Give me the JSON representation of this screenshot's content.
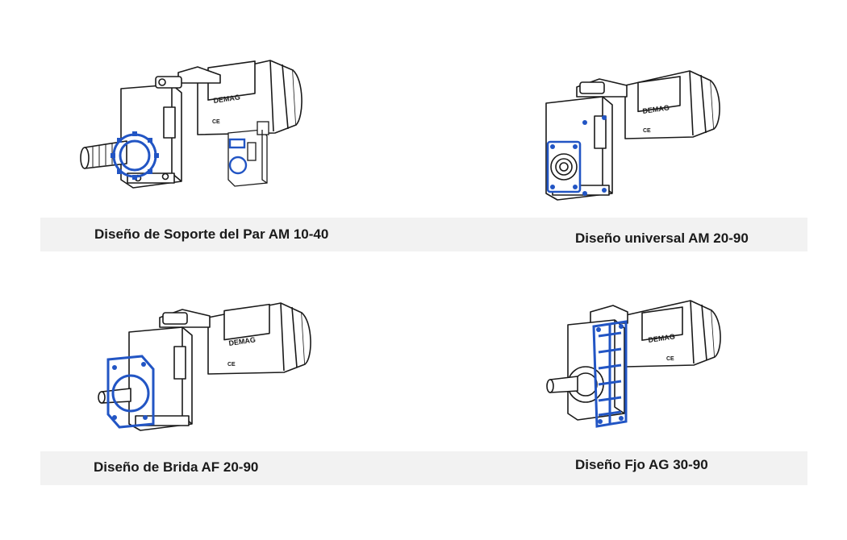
{
  "brand_label": "DEMAG",
  "ce_mark": "CE",
  "accent_color": "#2255c4",
  "line_color": "#1a1a1a",
  "designs": [
    {
      "caption": "Diseño de Soporte del Par AM 10-40",
      "accent_part": "torque-arm"
    },
    {
      "caption": "Diseño universal AM 20-90",
      "accent_part": "mounting-face"
    },
    {
      "caption": "Diseño de Brida AF 20-90",
      "accent_part": "flange"
    },
    {
      "caption": "Diseño Fjo AG 30-90",
      "accent_part": "foot-plate"
    }
  ]
}
